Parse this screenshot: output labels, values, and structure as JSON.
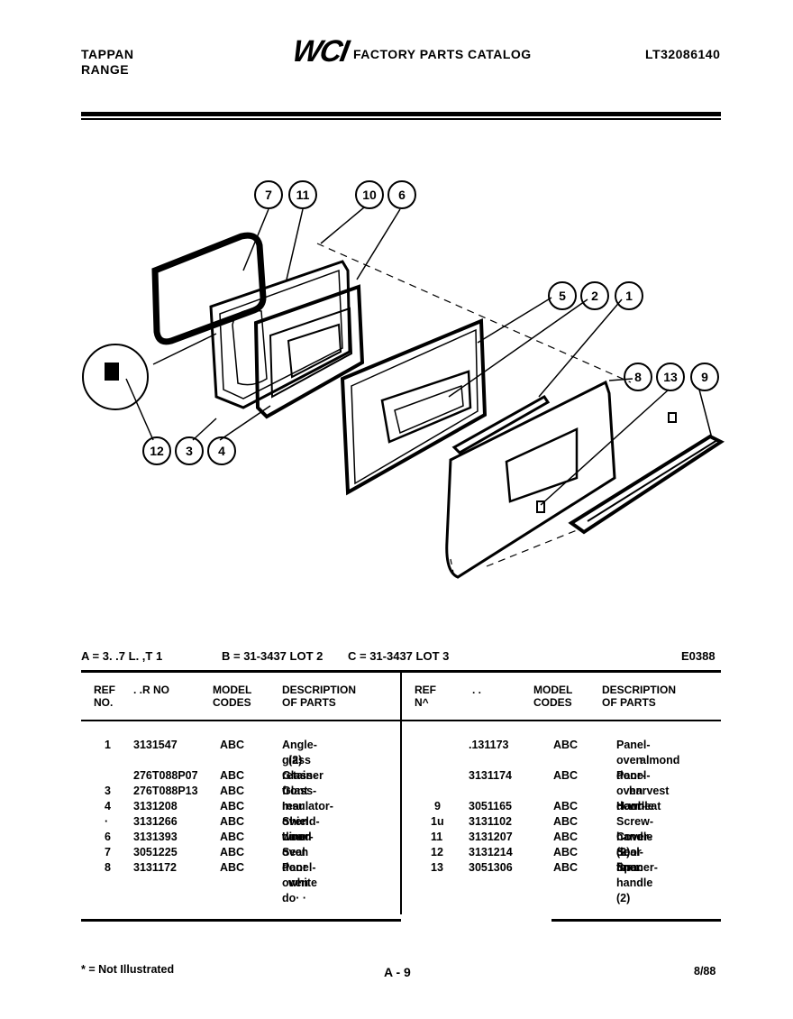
{
  "header": {
    "brand_line1": "TAPPAN",
    "brand_line2": "RANGE",
    "logo_text": "WCI",
    "catalog_title": "FACTORY PARTS CATALOG",
    "catalog_id": "LT32086140"
  },
  "diagram": {
    "callouts": [
      "7",
      "11",
      "10",
      "6",
      "5",
      "2",
      "1",
      "8",
      "13",
      "9",
      "12",
      "3",
      "4"
    ]
  },
  "lots": {
    "lot_a": "A = 3. .7 L. ,T 1",
    "lot_b": "B = 31-3437 LOT 2",
    "lot_c": "C = 31-3437 LOT 3",
    "diagram_code": "E0388"
  },
  "table": {
    "left_headers": {
      "ref": "REF NO.",
      "part": ". .R NO",
      "model": "MODEL CODES",
      "desc": "DESCRIPTION OF PARTS"
    },
    "right_headers": {
      "ref": "REF N^",
      "part": ". .",
      "model": "MODEL CODES",
      "desc": "DESCRIPTION OF PARTS"
    },
    "left_rows": [
      {
        "ref": "1",
        "part": "3131547",
        "model": "ABC",
        "desc": "Angle-glass retainer",
        "desc2": "(2)"
      },
      {
        "ref": "",
        "part": "276T088P07",
        "model": "ABC",
        "desc": "Glass-front",
        "desc2": ""
      },
      {
        "ref": "3",
        "part": "276T088P13",
        "model": "ABC",
        "desc": "Glass-rear",
        "desc2": ""
      },
      {
        "ref": "4",
        "part": "3131208",
        "model": "ABC",
        "desc": "Insulator-oven door",
        "desc2": ""
      },
      {
        "ref": "·",
        "part": "3131266",
        "model": "ABC",
        "desc": "Shield-wood",
        "desc2": ""
      },
      {
        "ref": "6",
        "part": "3131393",
        "model": "ABC",
        "desc": "Liner-oven door",
        "desc2": ""
      },
      {
        "ref": "7",
        "part": "3051225",
        "model": "ABC",
        "desc": "Seal",
        "desc2": ""
      },
      {
        "ref": "8",
        "part": "3131172",
        "model": "ABC",
        "desc": "Panel-oven do· ·",
        "desc2": "white"
      }
    ],
    "right_rows": [
      {
        "ref": "",
        "part": ".131173",
        "model": "ABC",
        "desc": "Panel-oven door-",
        "desc2": "almond"
      },
      {
        "ref": "",
        "part": "3131174",
        "model": "ABC",
        "desc": "Panel-oven door-",
        "desc2": "harvest wheat"
      },
      {
        "ref": "9",
        "part": "3051165",
        "model": "ABC",
        "desc": "Handle",
        "desc2": ""
      },
      {
        "ref": "1u",
        "part": "3131102",
        "model": "ABC",
        "desc": "Screw-handle (2)",
        "desc2": ""
      },
      {
        "ref": "11",
        "part": "3131207",
        "model": "ABC",
        "desc": "Cover-door liner",
        "desc2": ""
      },
      {
        "ref": "12",
        "part": "3131214",
        "model": "ABC",
        "desc": "Seal-foam",
        "desc2": ""
      },
      {
        "ref": "13",
        "part": "3051306",
        "model": "ABC",
        "desc": "Spacer-handle (2)",
        "desc2": ""
      }
    ]
  },
  "footer": {
    "note": "* = Not Illustrated",
    "page": "A - 9",
    "date": "8/88"
  }
}
